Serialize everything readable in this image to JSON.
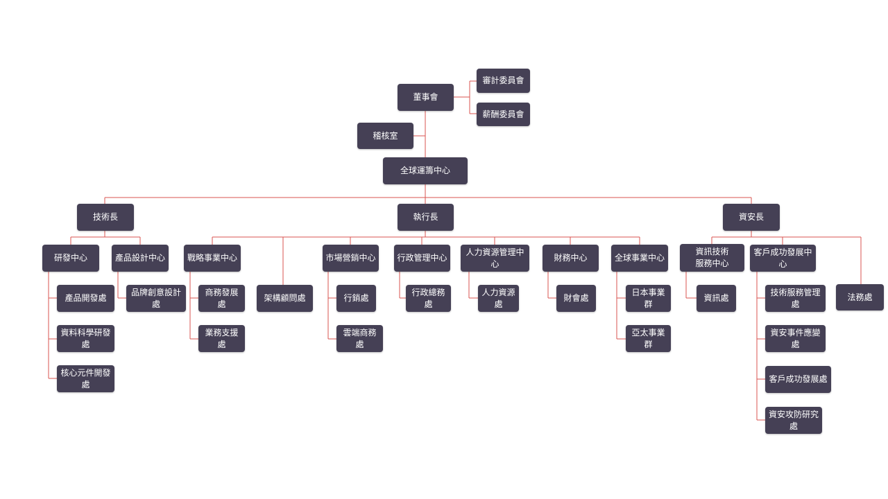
{
  "colors": {
    "box_fill": "#454055",
    "box_text": "#ffffff",
    "connector": "#d9534f",
    "background": "#ffffff"
  },
  "nodes": {
    "board": "董事會",
    "audit_committee": "審計委員會",
    "compensation_committee": "薪酬委員會",
    "internal_audit": "稽核室",
    "global_ops": "全球運籌中心",
    "cto": "技術長",
    "ceo": "執行長",
    "ciso": "資安長",
    "rd_center": "研發中心",
    "product_design_center": "產品設計中心",
    "strategy_center": "戰略事業中心",
    "architecture_advisory": "架構顧問處",
    "marketing_center": "市場營銷中心",
    "admin_center": "行政管理中心",
    "hr_center": "人力資源管理中心",
    "finance_center": "財務中心",
    "global_business_center": "全球事業中心",
    "it_service_center": "資訊技術\n服務中心",
    "customer_success_center": "客戶成功發展中心",
    "legal": "法務處",
    "product_dev": "產品開發處",
    "data_science_rd": "資料科學研發處",
    "core_component_dev": "核心元件開發處",
    "brand_design": "品牌創意設計處",
    "business_dev": "商務發展處",
    "business_support": "業務支援處",
    "marketing_dept": "行銷處",
    "cloud_commerce": "雲端商務處",
    "general_admin": "行政總務處",
    "hr_dept": "人力資源處",
    "accounting": "財會處",
    "japan_group": "日本事業群",
    "apac_group": "亞太事業群",
    "it_dept": "資訊處",
    "tech_service_mgmt": "技術服務管理處",
    "security_incident": "資安事件應變處",
    "customer_success_dept": "客戶成功發展處",
    "security_research": "資安攻防研究處"
  }
}
